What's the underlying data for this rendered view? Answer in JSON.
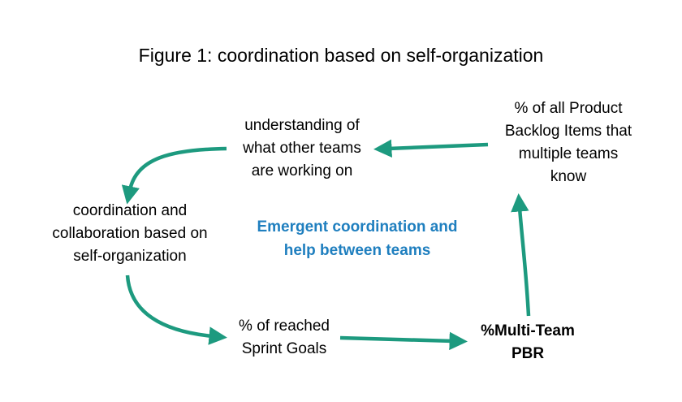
{
  "title": "Figure 1: coordination based on self-organization",
  "colors": {
    "arrow": "#1d9a7f",
    "emphasis_text": "#1f7fbf",
    "text": "#000000",
    "background": "#ffffff"
  },
  "nodes": {
    "product_backlog_items": [
      "% of all Product",
      "Backlog Items that",
      "multiple teams",
      "know"
    ],
    "understanding": [
      "understanding of",
      "what other teams",
      "are working on"
    ],
    "coordination": [
      "coordination and",
      "collaboration based on",
      "self-organization"
    ],
    "sprint_goals": [
      "% of reached",
      "Sprint Goals"
    ],
    "multi_team_pbr": [
      "%Multi-Team",
      "PBR"
    ]
  },
  "center_label": [
    "Emergent coordination and",
    "help between teams"
  ]
}
